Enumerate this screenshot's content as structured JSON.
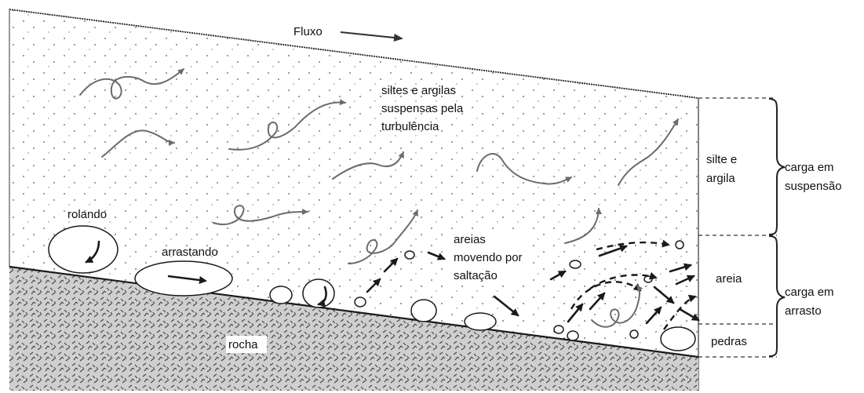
{
  "labels": {
    "flow": "Fluxo",
    "suspended_fines": [
      "siltes e argilas",
      "suspensas pela",
      "turbulência"
    ],
    "rolling": "rolando",
    "dragging": "arrastando",
    "saltation": [
      "areias",
      "movendo por",
      "saltação"
    ],
    "bedrock": "rocha",
    "silt_clay": [
      "silte e",
      "argila"
    ],
    "sand": "areia",
    "stones": "pedras",
    "suspended_load": [
      "carga em",
      "suspensão"
    ],
    "bed_load": [
      "carga em",
      "arrasto"
    ]
  },
  "colors": {
    "bedrock_fill": "#d6d6d6",
    "water_fill": "#ffffff",
    "suspension_arrows": "#6b6b6b",
    "bedload_arrows": "#1a1a1a"
  }
}
